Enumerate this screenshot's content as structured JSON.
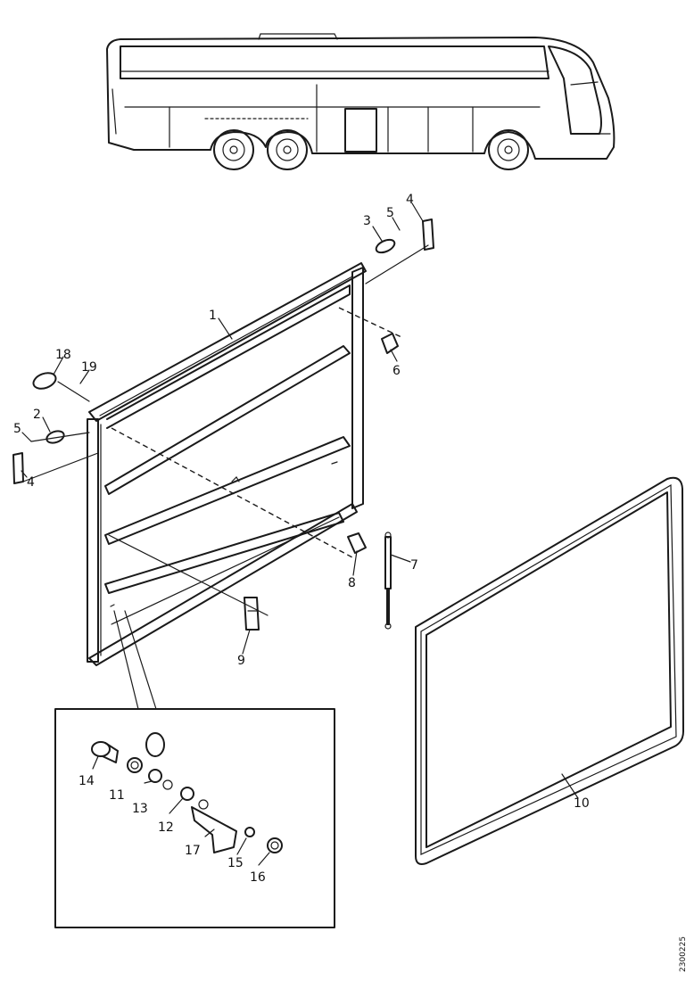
{
  "callouts": {
    "c1": "1",
    "c2": "2",
    "c3": "3",
    "c4a": "4",
    "c4b": "4",
    "c5a": "5",
    "c5b": "5",
    "c6": "6",
    "c7": "7",
    "c8": "8",
    "c9": "9",
    "c10": "10",
    "c11": "11",
    "c12": "12",
    "c13": "13",
    "c14": "14",
    "c15": "15",
    "c16": "16",
    "c17": "17",
    "c18": "18",
    "c19": "19"
  },
  "drawing_code": "2300225"
}
